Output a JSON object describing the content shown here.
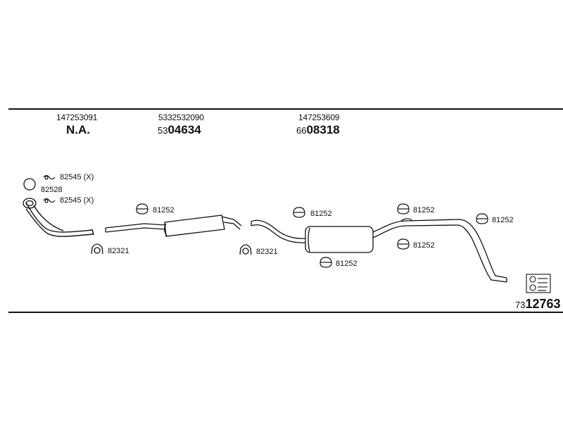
{
  "header": {
    "col1": {
      "part_number": "147253091",
      "ref": "N.A."
    },
    "col2": {
      "part_number": "5332532090",
      "ref_prefix": "53",
      "ref_main": "04634"
    },
    "col3": {
      "part_number": "147253609",
      "ref_prefix": "66",
      "ref_main": "08318"
    }
  },
  "callouts": {
    "gasket_top": "82545 (X)",
    "ring": "82528",
    "gasket_bottom": "82545 (X)",
    "clamp_left": "82321",
    "clamp_mid": "82321",
    "mount_front": "81252",
    "mount_mid_top": "81252",
    "mount_mid_bottom": "81252",
    "mount_rear_top": "81252",
    "mount_rear_bottom": "81252",
    "mount_tail": "81252"
  },
  "footer": {
    "ref_prefix": "73",
    "ref_main": "12763"
  }
}
